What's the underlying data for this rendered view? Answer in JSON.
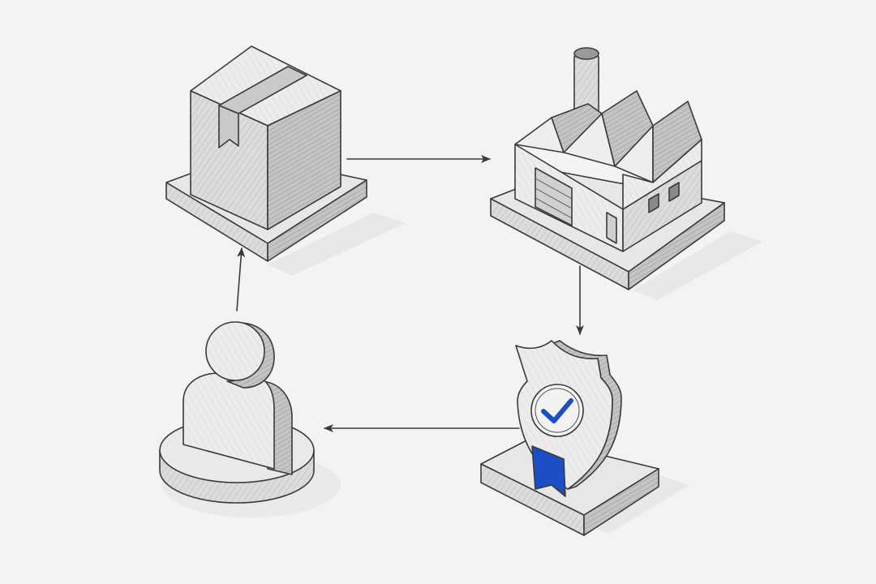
{
  "diagram": {
    "type": "cycle",
    "nodes": [
      {
        "id": "package",
        "icon": "package-box-icon"
      },
      {
        "id": "factory",
        "icon": "factory-icon"
      },
      {
        "id": "certification",
        "icon": "shield-check-icon"
      },
      {
        "id": "customer",
        "icon": "person-icon"
      }
    ],
    "edges": [
      {
        "from": "package",
        "to": "factory"
      },
      {
        "from": "factory",
        "to": "certification"
      },
      {
        "from": "certification",
        "to": "customer"
      },
      {
        "from": "customer",
        "to": "package"
      }
    ],
    "colors": {
      "background": "#f4f3f1",
      "pencil": "#3a3a3a",
      "accent": "#1d4fc4"
    }
  }
}
